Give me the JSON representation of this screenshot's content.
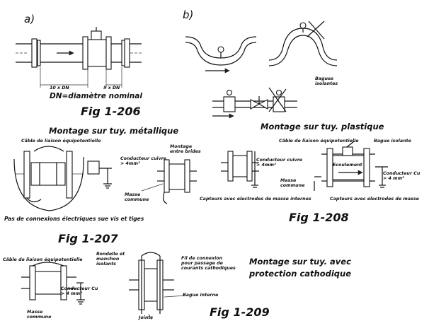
{
  "panels": {
    "a": "a)",
    "b": "b)"
  },
  "fig206": {
    "dim_upstream": "10 x DN",
    "dim_downstream": "5 x DN",
    "dn_note": "DN=diamètre nominal",
    "caption": "Fig 1-206"
  },
  "fig206b": {
    "bagues": "Bagues\nisolantes"
  },
  "fig207": {
    "title": "Montage sur tuy. métallique",
    "cable": "Câble de liaison équipotentielle",
    "conducteur": "Conducteur cuivre\n> 4mm²",
    "montage": "Montage\nentre brides",
    "masse": "Masse\ncommune",
    "note": "Pas de connexions électriques sue vis et tiges",
    "caption": "Fig 1-207"
  },
  "fig208": {
    "title": "Montage sur tuy. plastique",
    "cable": "Câble de liaison équipotentielle",
    "bague": "Bague isolante",
    "conducteur": "Conducteur cuivre\n> 4mm²",
    "ecoulement": "Ecoulement",
    "conducteur_cu": "Conducteur Cu\n> 4 mm²",
    "masse": "Masse\ncommune",
    "capteurs_int": "Capteurs avec electrodes de masse internes",
    "capteurs_mass": "Capteurs avec électrodes de masse",
    "caption": "Fig 1-208"
  },
  "fig209": {
    "cable": "Câble de liaison équipotentielle",
    "rondelle": "Rondelle et\nmanchon\nisolants",
    "fil": "Fil de connexion\npour passage de\ncourants cathodiques",
    "title": "Montage sur tuy. avec\nprotection cathodique",
    "conducteur": "Conducteur Cu\n> 4 mm²",
    "bague": "Bague interne",
    "masse": "Masse\ncommune",
    "joints": "Joints",
    "caption": "Fig 1-209"
  }
}
